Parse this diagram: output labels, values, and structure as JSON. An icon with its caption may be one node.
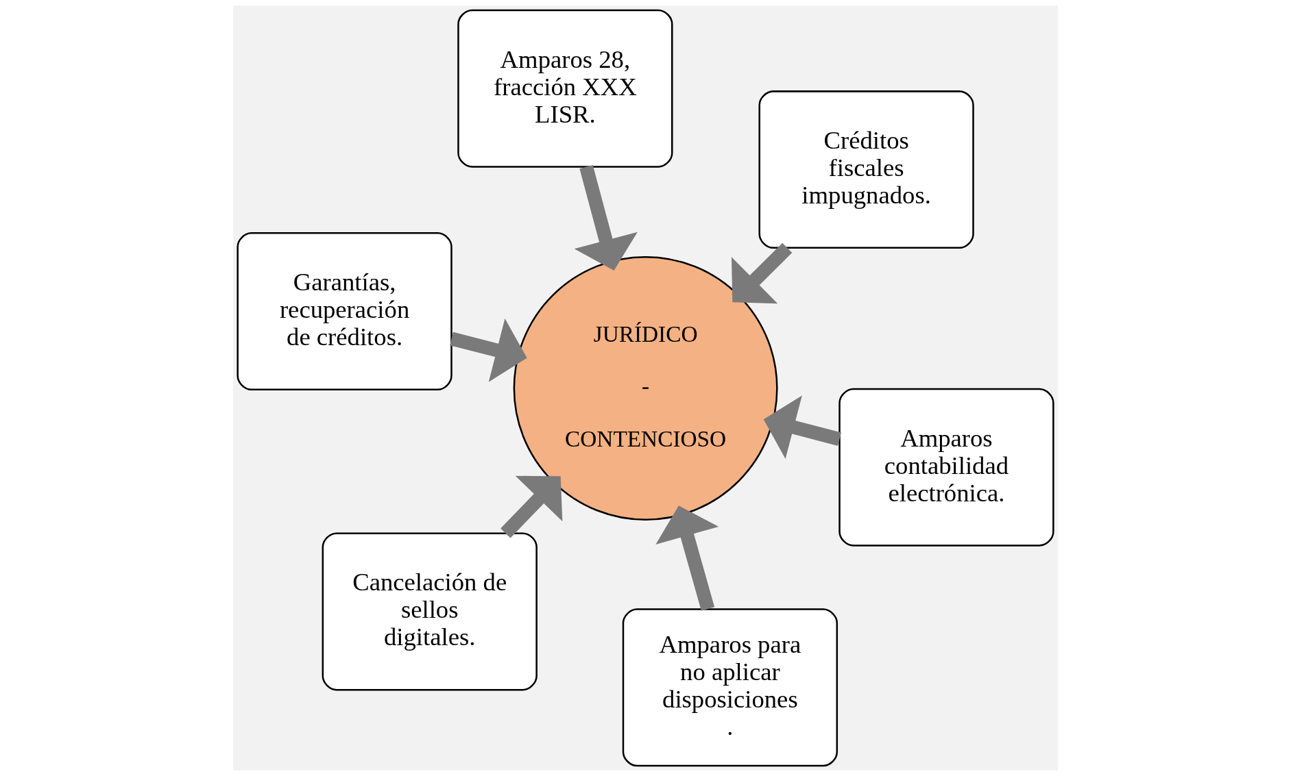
{
  "diagram": {
    "nodes": [
      {
        "text": [
          "Garantías, recuperación de créditos."
        ]
      },
      {
        "text": [
          "Amparos contabilidad electrónica."
        ]
      },
      {
        "text": [
          "Amparos para no aplicar disposiciones ."
        ]
      },
      {
        "text": [
          "Amparos 28, fracción XXX LISR."
        ]
      },
      {
        "text": [
          "Créditos fiscales impugnados."
        ]
      },
      {
        "text": [
          "JURÍDICO",
          "-",
          "CONTENCIOSO"
        ]
      },
      {
        "text": [
          "Cancelación de sellos digitales."
        ]
      }
    ],
    "edges": [
      {
        "from": 0,
        "to": 5,
        "arrow": "to"
      },
      {
        "from": 1,
        "to": 5,
        "arrow": "to"
      },
      {
        "from": 2,
        "to": 5,
        "arrow": "to"
      },
      {
        "from": 3,
        "to": 5,
        "arrow": "to"
      },
      {
        "from": 4,
        "to": 5,
        "arrow": "to"
      },
      {
        "from": 6,
        "to": 5,
        "arrow": "to"
      }
    ]
  }
}
